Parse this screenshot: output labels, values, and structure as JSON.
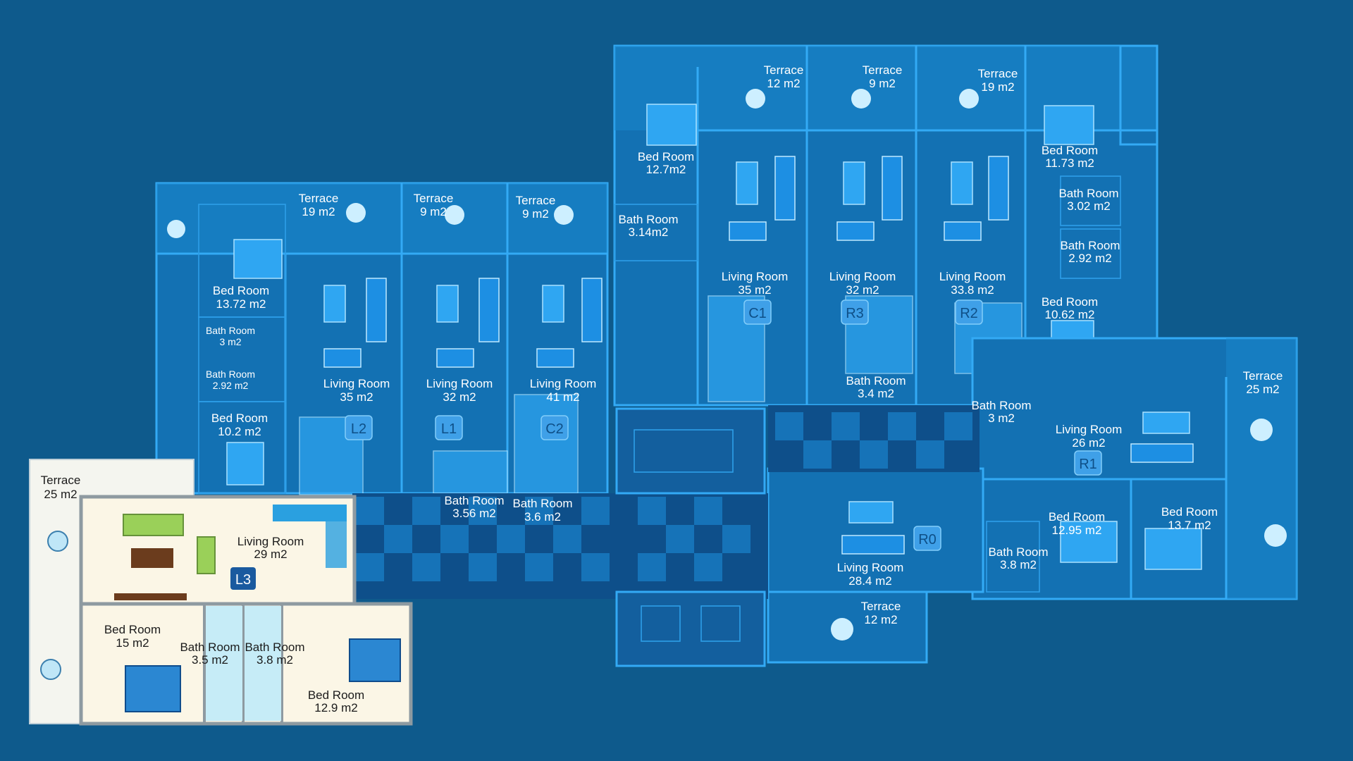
{
  "units": {
    "L3": {
      "badge": "L3",
      "terrace": [
        "Terrace",
        "25 m2"
      ],
      "living": [
        "Living Room",
        "29 m2"
      ],
      "bed1": [
        "Bed Room",
        "15 m2"
      ],
      "bath1": [
        "Bath Room",
        "3.5 m2"
      ],
      "bath2": [
        "Bath Room",
        "3.8 m2"
      ],
      "bed2": [
        "Bed Room",
        "12.9 m2"
      ]
    },
    "L2": {
      "badge": "L2",
      "terrace": [
        "Terrace",
        "19 m2"
      ],
      "bed1": [
        "Bed Room",
        "13.72 m2"
      ],
      "bath1": [
        "Bath Room",
        "3 m2"
      ],
      "bath2": [
        "Bath Room",
        "2.92 m2"
      ],
      "bed2": [
        "Bed Room",
        "10.2 m2"
      ],
      "living": [
        "Living Room",
        "35 m2"
      ]
    },
    "L1": {
      "badge": "L1",
      "terrace": [
        "Terrace",
        "9 m2"
      ],
      "living": [
        "Living Room",
        "32 m2"
      ],
      "bath": [
        "Bath Room",
        "3.56 m2"
      ]
    },
    "C2": {
      "badge": "C2",
      "terrace": [
        "Terrace",
        "9 m2"
      ],
      "living": [
        "Living Room",
        "41 m2"
      ],
      "bath": [
        "Bath Room",
        "3.6 m2"
      ]
    },
    "C1": {
      "badge": "C1",
      "terrace": [
        "Terrace",
        "12 m2"
      ],
      "bed": [
        "Bed Room",
        "12.7m2"
      ],
      "bath": [
        "Bath Room",
        "3.14m2"
      ],
      "living": [
        "Living Room",
        "35 m2"
      ]
    },
    "R3": {
      "badge": "R3",
      "terrace": [
        "Terrace",
        "9 m2"
      ],
      "living": [
        "Living Room",
        "32 m2"
      ],
      "bath": [
        "Bath Room",
        "3.4 m2"
      ]
    },
    "R2": {
      "badge": "R2",
      "terrace": [
        "Terrace",
        "19 m2"
      ],
      "bed1": [
        "Bed Room",
        "11.73 m2"
      ],
      "bath1": [
        "Bath Room",
        "3.02 m2"
      ],
      "bath2": [
        "Bath Room",
        "2.92 m2"
      ],
      "bed2": [
        "Bed Room",
        "10.62 m2"
      ],
      "living": [
        "Living Room",
        "33.8 m2"
      ]
    },
    "R1": {
      "badge": "R1",
      "terrace": [
        "Terrace",
        "25 m2"
      ],
      "bath": [
        "Bath Room",
        "3 m2"
      ],
      "living": [
        "Living Room",
        "26 m2"
      ],
      "bed1": [
        "Bed Room",
        "12.95 m2"
      ],
      "bed2": [
        "Bed Room",
        "13.7 m2"
      ],
      "bath2": [
        "Bath Room",
        "3.8 m2"
      ]
    },
    "R0": {
      "badge": "R0",
      "living": [
        "Living Room",
        "28.4 m2"
      ],
      "terrace": [
        "Terrace",
        "12 m2"
      ]
    }
  }
}
